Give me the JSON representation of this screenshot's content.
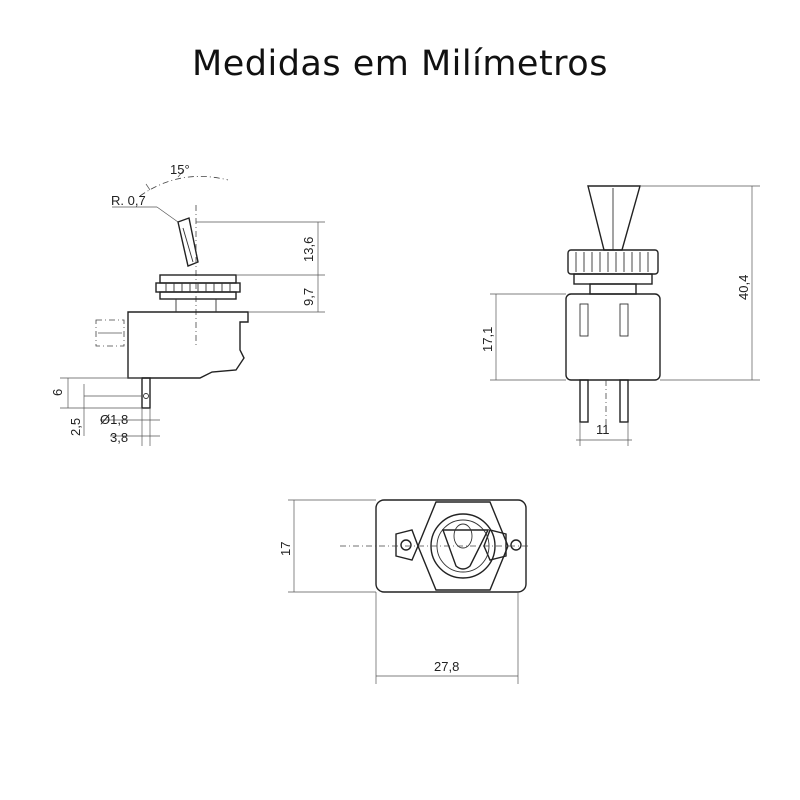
{
  "title": "Medidas em Milímetros",
  "side_view": {
    "angle": "15°",
    "radius": "R. 0,7",
    "lever_height": "13,6",
    "bushing_height": "9,7",
    "terminal_length": "6",
    "terminal_offset": "2,5",
    "hole_diameter": "Ø1,8",
    "terminal_width": "3,8"
  },
  "front_view": {
    "body_height": "17,1",
    "total_height": "40,4",
    "terminal_spacing": "11"
  },
  "top_view": {
    "width": "17",
    "length": "27,8"
  }
}
